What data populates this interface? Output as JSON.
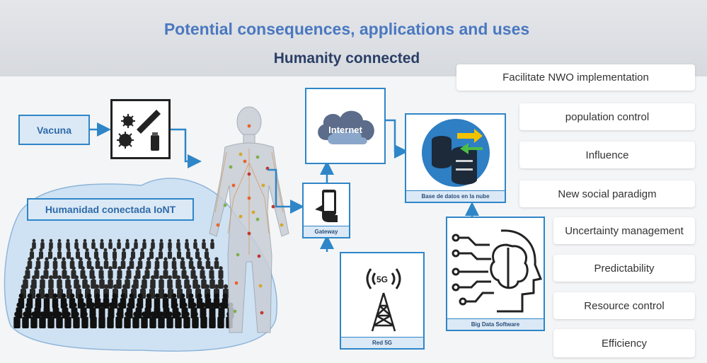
{
  "slide": {
    "title": "Potential consequences, applications and uses",
    "subtitle": "Humanity connected"
  },
  "nodes": {
    "vacuna": "Vacuna",
    "humanidad": "Humanidad conectada IoNT",
    "internet": "Internet",
    "gateway": "Gateway",
    "database": "Base de datos en la nube",
    "red5g": "Red 5G",
    "red5g_icon_text": "5G",
    "bigdata": "Big Data Software"
  },
  "consequences": [
    "Facilitate NWO implementation",
    "population control",
    "Influence",
    "New social paradigm",
    "Uncertainty management",
    "Predictability",
    "Resource control",
    "Efficiency"
  ],
  "colors": {
    "accent": "#2e86c8",
    "title": "#4a78c0",
    "subtitle": "#2a3e66"
  }
}
